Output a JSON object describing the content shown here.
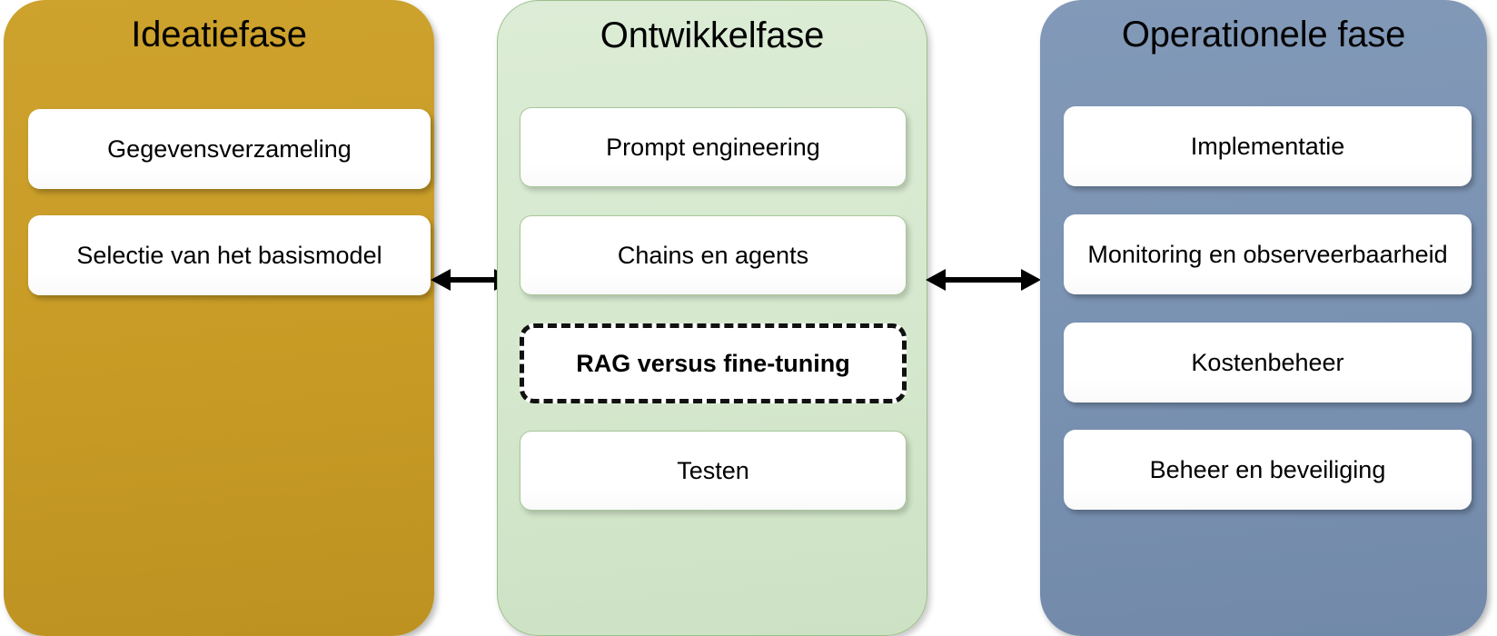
{
  "diagram": {
    "title": "LLM application lifecycle phases",
    "colors": {
      "ideate": "#C89B25",
      "develop": "#D5E8CD",
      "develop_border": "#9DC08B",
      "operate": "#7A92B2",
      "card": "#FFFFFF",
      "text": "#000000",
      "highlight_border": "#111111",
      "background": "#FFFFFF"
    },
    "columns": [
      {
        "id": "ideate",
        "title": "Ideatiefase",
        "cards": [
          {
            "label": "Gegevensverzameling",
            "highlighted": false
          },
          {
            "label": "Selectie van het basismodel",
            "highlighted": false
          }
        ]
      },
      {
        "id": "develop",
        "title": "Ontwikkelfase",
        "cards": [
          {
            "label": "Prompt engineering",
            "highlighted": false
          },
          {
            "label": "Chains en agents",
            "highlighted": false
          },
          {
            "label": "RAG versus fine-tuning",
            "highlighted": true
          },
          {
            "label": "Testen",
            "highlighted": false
          }
        ]
      },
      {
        "id": "operate",
        "title": "Operationele fase",
        "cards": [
          {
            "label": "Implementatie",
            "highlighted": false
          },
          {
            "label": "Monitoring en observeerbaarheid",
            "highlighted": false
          },
          {
            "label": "Kostenbeheer",
            "highlighted": false
          },
          {
            "label": "Beheer en beveiliging",
            "highlighted": false
          }
        ]
      }
    ],
    "connectors": [
      {
        "id": "ideate-develop",
        "icon": "double-arrow-horizontal-icon",
        "from": "ideate",
        "to": "develop"
      },
      {
        "id": "develop-operate",
        "icon": "double-arrow-horizontal-icon",
        "from": "develop",
        "to": "operate"
      }
    ]
  }
}
